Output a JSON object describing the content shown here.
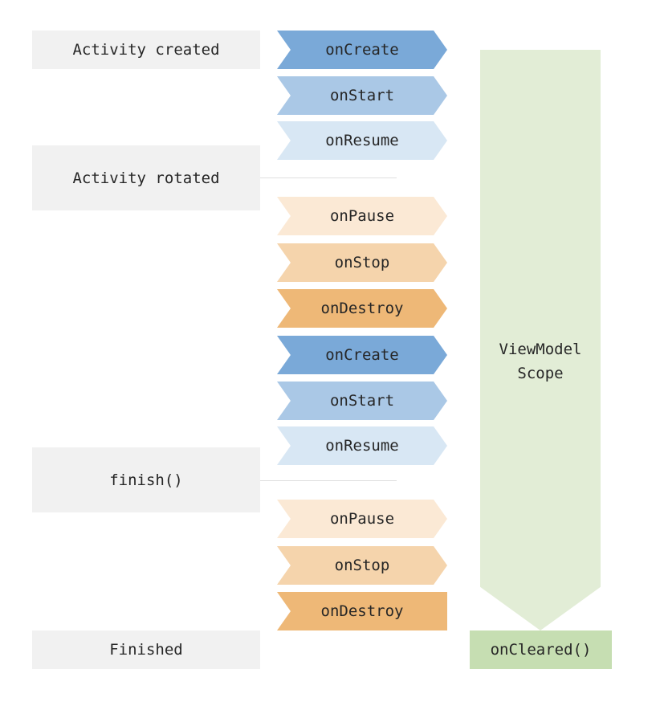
{
  "states": {
    "created": "Activity created",
    "rotated": "Activity rotated",
    "finish": "finish()",
    "finished": "Finished"
  },
  "steps": [
    {
      "label": "onCreate",
      "color": "#7aa9d8"
    },
    {
      "label": "onStart",
      "color": "#aac8e6"
    },
    {
      "label": "onResume",
      "color": "#d8e7f4"
    },
    {
      "label": "onPause",
      "color": "#fbe9d5"
    },
    {
      "label": "onStop",
      "color": "#f5d4ac"
    },
    {
      "label": "onDestroy",
      "color": "#eeb877"
    },
    {
      "label": "onCreate",
      "color": "#7aa9d8"
    },
    {
      "label": "onStart",
      "color": "#aac8e6"
    },
    {
      "label": "onResume",
      "color": "#d8e7f4"
    },
    {
      "label": "onPause",
      "color": "#fbe9d5"
    },
    {
      "label": "onStop",
      "color": "#f5d4ac"
    },
    {
      "label": "onDestroy",
      "color": "#eeb877"
    }
  ],
  "viewmodel": {
    "line1": "ViewModel",
    "line2": "Scope",
    "color": "#e2edd6"
  },
  "cleared": {
    "label": "onCleared()",
    "color": "#c6deb2"
  }
}
